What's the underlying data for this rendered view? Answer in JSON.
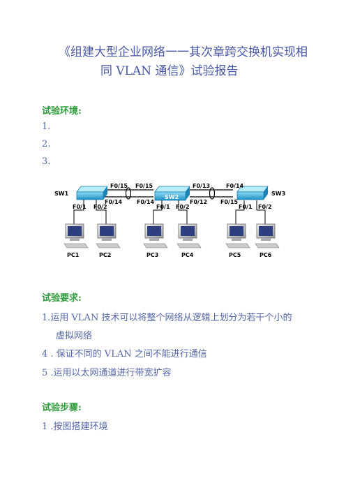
{
  "title": {
    "line1": "《组建大型企业网络一一其次章跨交换机实现相",
    "line2": "同 VLAN 通信》试验报告"
  },
  "env": {
    "heading": "试验环境:",
    "items": [
      "1.",
      "2.",
      "3."
    ]
  },
  "diagram": {
    "switches": [
      "SW1",
      "SW2",
      "SW3"
    ],
    "ports": {
      "sw1_right_top": "F0/15",
      "sw1_right_bottom": "F0/14",
      "sw1_down_left": "F0/1",
      "sw1_down_right": "F0/2",
      "sw2_left_top": "F0/15",
      "sw2_left_bottom": "F0/14",
      "sw2_right_top": "F0/13",
      "sw2_right_bottom": "F0/12",
      "sw2_down_left": "F0/1",
      "sw2_down_right": "F0/2",
      "sw3_left_top": "F0/14",
      "sw3_left_bottom": "F0/15",
      "sw3_down_left": "F0/1",
      "sw3_down_right": "F0/2"
    },
    "pcs": [
      "PC1",
      "PC2",
      "PC3",
      "PC4",
      "PC5",
      "PC6"
    ],
    "colors": {
      "switch": "#2aa3d8",
      "switch_top": "#6fcdf2",
      "link": "#000000",
      "pc": "#d8d8d8"
    }
  },
  "requirements": {
    "heading": "试验要求:",
    "item1_line1": "1.运用 VLAN 技术可以将整个网络从逻辑上划分为若干个小的",
    "item1_line2": "虚拟网络",
    "item2": "4 . 保证不同的 VLAN 之间不能进行通信",
    "item3": "5 .运用以太网通道进行带宽扩容"
  },
  "steps": {
    "heading": "试验步骤:",
    "item1": "1 .按图搭建环境"
  }
}
